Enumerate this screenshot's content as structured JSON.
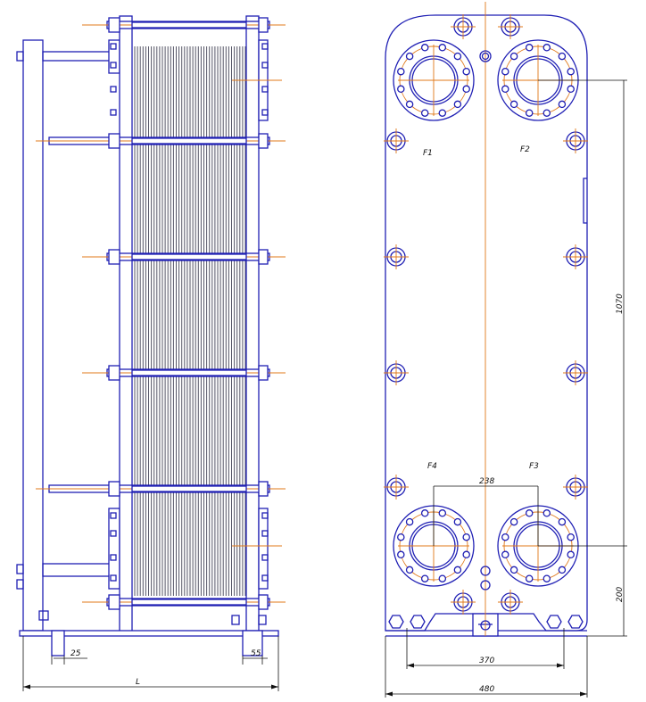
{
  "side_view": {
    "dim_left_label": "25",
    "dim_right_label": "55",
    "dim_total_label": "L"
  },
  "front_view": {
    "port_labels": [
      "F1",
      "F2",
      "F3",
      "F4"
    ],
    "dim_ports_horizontal": "238",
    "dim_feet": "370",
    "dim_width": "480",
    "dim_ports_vertical": "1070",
    "dim_bottom_port": "200"
  },
  "colors": {
    "outline": "#1f1fb4",
    "centerline": "#e07818",
    "dimension": "#111111"
  }
}
